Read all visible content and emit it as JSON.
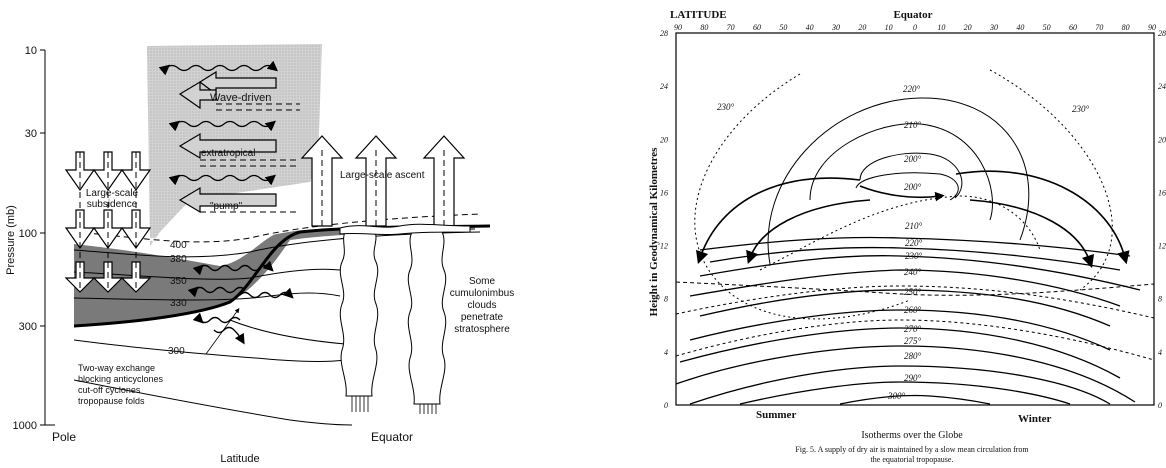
{
  "left_figure": {
    "y_axis_label": "Pressure (mb)",
    "x_axis_label": "Latitude",
    "y_ticks": [
      "10",
      "30",
      "100",
      "300",
      "1000"
    ],
    "x_pole": "Pole",
    "x_equator": "Equator",
    "region_labels": {
      "wave_driven": "Wave-driven",
      "extratropical": "extratropical",
      "pump": "\"pump\"",
      "large_scale_ascent": "Large-scale ascent",
      "large_scale_subsidence_1": "Large-scale",
      "large_scale_subsidence_2": "subsidence"
    },
    "isentropes": [
      "400",
      "380",
      "350",
      "330",
      "300"
    ],
    "cumulonimbus_note": [
      "Some",
      "cumulonimbus",
      "clouds",
      "penetrate",
      "stratosphere"
    ],
    "exchange_note": [
      "Two-way exchange",
      "blocking anticyclones",
      "cut-off cyclones",
      "tropopause folds"
    ]
  },
  "right_figure": {
    "top_left_label": "LATITUDE",
    "top_center_label": "Equator",
    "lat_ticks": [
      "90",
      "80",
      "70",
      "60",
      "50",
      "40",
      "30",
      "20",
      "10",
      "0",
      "10",
      "20",
      "30",
      "40",
      "50",
      "60",
      "70",
      "80",
      "90"
    ],
    "y_axis_label": "Height in Geodynamical Kilometres",
    "y_ticks": [
      "0",
      "4",
      "8",
      "12",
      "16",
      "20",
      "24",
      "28"
    ],
    "isotherms": [
      "230°",
      "220°",
      "210°",
      "200°",
      "200°",
      "210°",
      "220°",
      "230°",
      "240°",
      "250°",
      "260°",
      "270°",
      "275°",
      "280°",
      "290°",
      "300°",
      "230°"
    ],
    "summer_label": "Summer",
    "winter_label": "Winter",
    "title": "Isotherms over the Globe",
    "caption_1": "Fig. 5.  A supply of dry air is maintained by a slow mean circulation from",
    "caption_2": "the equatorial tropopause."
  }
}
